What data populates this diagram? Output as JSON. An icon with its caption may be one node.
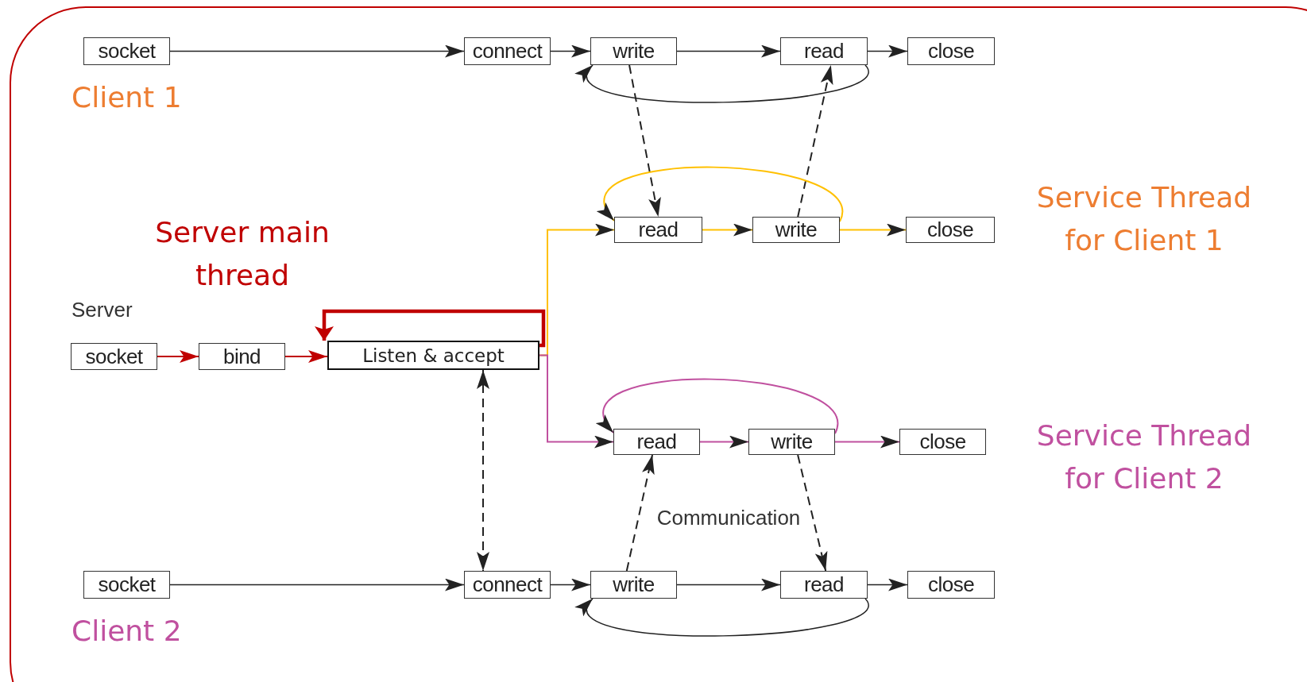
{
  "diagram": {
    "nodes": [
      {
        "text": [
          "socket"
        ]
      },
      {
        "text": [
          "connect"
        ]
      },
      {
        "text": [
          "write"
        ]
      },
      {
        "text": [
          "read"
        ]
      },
      {
        "text": [
          "close"
        ]
      },
      {
        "text": [
          "read"
        ]
      },
      {
        "text": [
          "write"
        ]
      },
      {
        "text": [
          "close"
        ]
      },
      {
        "text": [
          "socket"
        ]
      },
      {
        "text": [
          "bind"
        ]
      },
      {
        "text": [
          "Listen & accept"
        ]
      },
      {
        "text": [
          "read"
        ]
      },
      {
        "text": [
          "write"
        ]
      },
      {
        "text": [
          "close"
        ]
      },
      {
        "text": [
          "socket"
        ]
      },
      {
        "text": [
          "connect"
        ]
      },
      {
        "text": [
          "write"
        ]
      },
      {
        "text": [
          "read"
        ]
      },
      {
        "text": [
          "close"
        ]
      }
    ],
    "edges": [
      {
        "from": 0,
        "to": 1,
        "arrow": "to"
      },
      {
        "from": 1,
        "to": 2,
        "arrow": "to"
      },
      {
        "from": 2,
        "to": 3,
        "arrow": "to"
      },
      {
        "from": 3,
        "to": 4,
        "arrow": "to"
      },
      {
        "from": 3,
        "to": 2,
        "arrow": "to"
      },
      {
        "from": 2,
        "to": 5,
        "arrow": "to",
        "style": "dashed"
      },
      {
        "from": 6,
        "to": 3,
        "arrow": "to",
        "style": "dashed"
      },
      {
        "from": 10,
        "to": 5,
        "arrow": "to",
        "color": "#ffc000"
      },
      {
        "from": 5,
        "to": 6,
        "arrow": "to",
        "color": "#ffc000"
      },
      {
        "from": 6,
        "to": 7,
        "arrow": "to",
        "color": "#ffc000"
      },
      {
        "from": 6,
        "to": 5,
        "arrow": "to",
        "color": "#ffc000"
      },
      {
        "from": 8,
        "to": 9,
        "arrow": "to",
        "color": "#c00000"
      },
      {
        "from": 9,
        "to": 10,
        "arrow": "to",
        "color": "#c00000"
      },
      {
        "from": 10,
        "to": 10,
        "arrow": "to",
        "color": "#c00000",
        "style": "thick"
      },
      {
        "from": 10,
        "to": 11,
        "arrow": "to",
        "color": "#c0509f"
      },
      {
        "from": 11,
        "to": 12,
        "arrow": "to",
        "color": "#c0509f"
      },
      {
        "from": 12,
        "to": 13,
        "arrow": "to",
        "color": "#c0509f"
      },
      {
        "from": 12,
        "to": 11,
        "arrow": "to",
        "color": "#c0509f"
      },
      {
        "from": 10,
        "to": 15,
        "arrow": "both",
        "style": "dashed"
      },
      {
        "from": 16,
        "to": 11,
        "arrow": "to",
        "style": "dashed"
      },
      {
        "from": 12,
        "to": 17,
        "arrow": "to",
        "style": "dashed"
      },
      {
        "from": 14,
        "to": 15,
        "arrow": "to"
      },
      {
        "from": 15,
        "to": 16,
        "arrow": "to"
      },
      {
        "from": 16,
        "to": 17,
        "arrow": "to"
      },
      {
        "from": 17,
        "to": 18,
        "arrow": "to"
      },
      {
        "from": 17,
        "to": 16,
        "arrow": "to"
      }
    ],
    "labels": [
      "Client 1",
      "Service Thread for Client 1",
      "Server main thread",
      "Server",
      "Service Thread for Client 2",
      "Communication",
      "Client 2"
    ]
  }
}
